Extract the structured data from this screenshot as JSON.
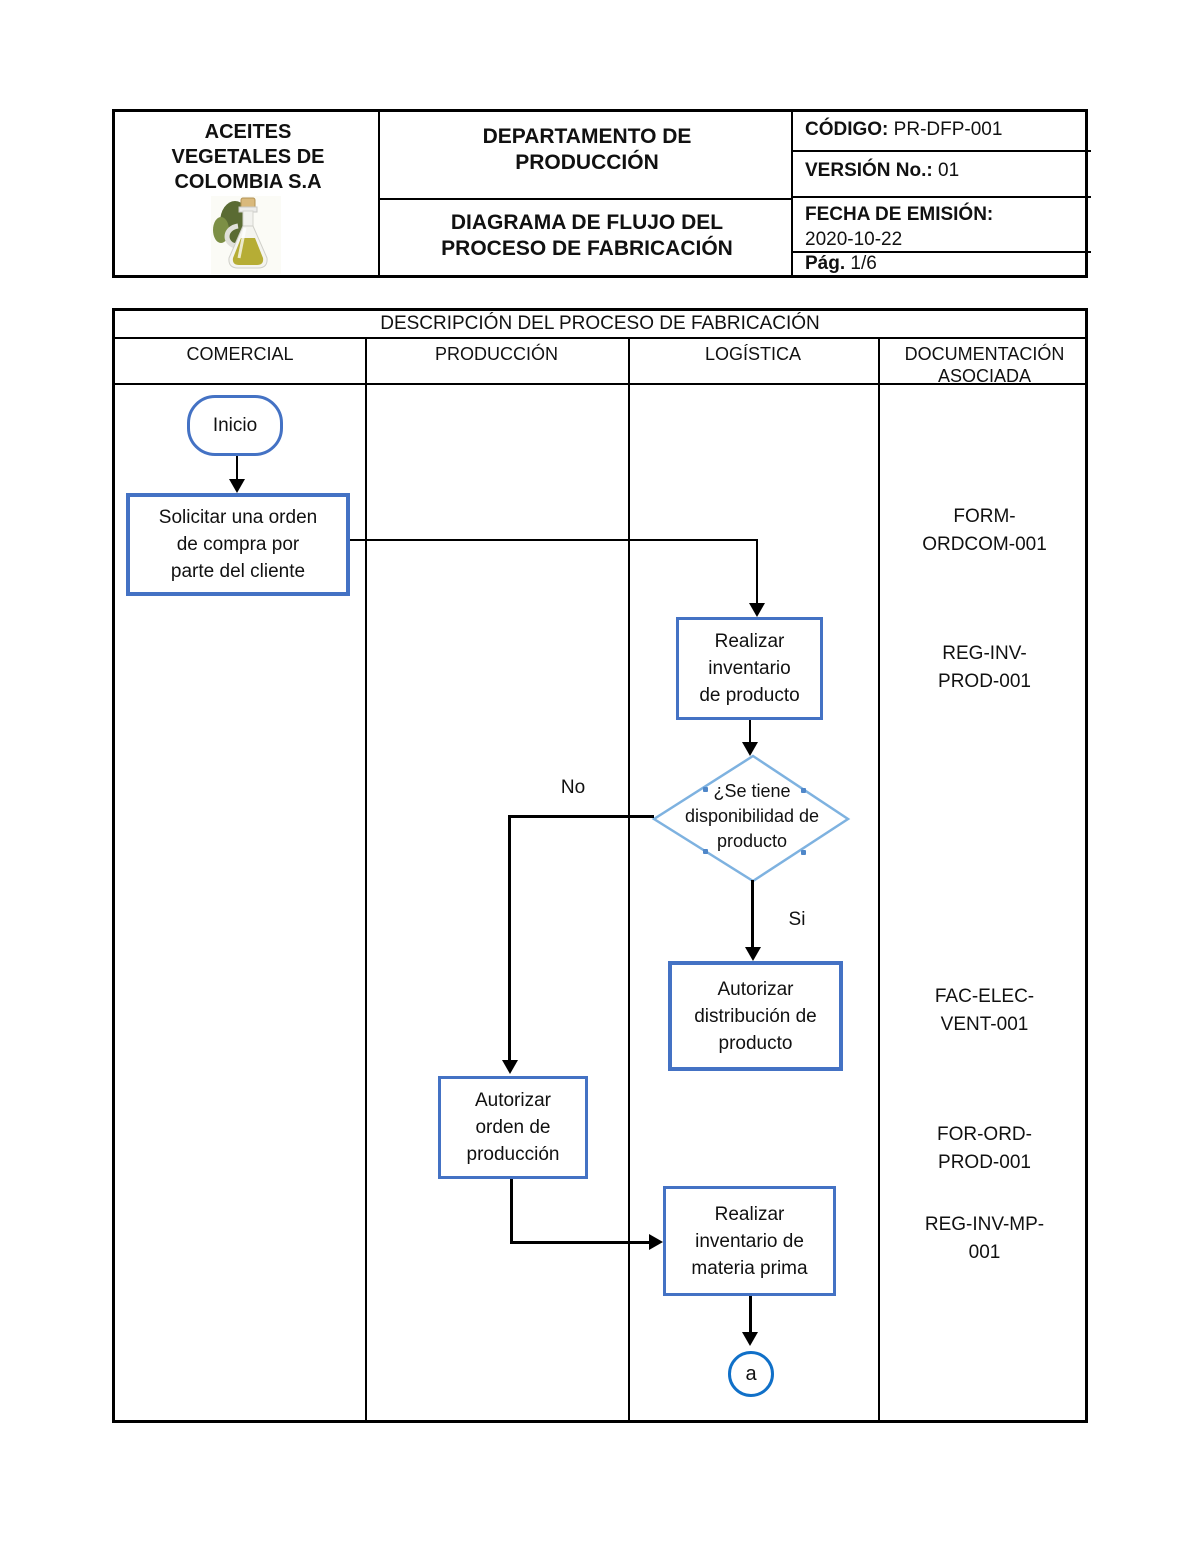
{
  "header": {
    "company_name": "ACEITES\nVEGETALES DE\nCOLOMBIA S.A",
    "logo": "oil-bottle-logo",
    "department": "DEPARTAMENTO DE\nPRODUCCIÓN",
    "document_title": "DIAGRAMA DE FLUJO DEL\nPROCESO DE FABRICACIÓN",
    "code": {
      "label": "CÓDIGO:",
      "value": "PR-DFP-001"
    },
    "version": {
      "label": "VERSIÓN No.:",
      "value": "01"
    },
    "issue_date": {
      "label": "FECHA DE EMISIÓN:",
      "value": "2020-10-22"
    },
    "page": {
      "label": "Pág.",
      "value": "1/6"
    }
  },
  "process_table": {
    "title": "DESCRIPCIÓN DEL PROCESO DE FABRICACIÓN",
    "columns": {
      "comercial": "COMERCIAL",
      "produccion": "PRODUCCIÓN",
      "logistica": "LOGÍSTICA",
      "documentacion": "DOCUMENTACIÓN\nASOCIADA"
    }
  },
  "flowchart": {
    "start": "Inicio",
    "step_solicitar_orden": "Solicitar una orden\nde compra por\nparte del cliente",
    "step_inventario_producto": "Realizar\ninventario\nde producto",
    "decision_disponibilidad": "¿Se tiene\ndisponibilidad de\nproducto",
    "label_no": "No",
    "label_si": "Si",
    "step_autorizar_distribucion": "Autorizar\ndistribución de\nproducto",
    "step_autorizar_orden": "Autorizar\norden de\nproducción",
    "step_inventario_materia_prima": "Realizar\ninventario de\nmateria prima",
    "connector_a": "a"
  },
  "documents": {
    "orden_compra": "FORM-\nORDCOM-001",
    "inventario_producto": "REG-INV-\nPROD-001",
    "factura_electronica": "FAC-ELEC-\nVENT-001",
    "orden_produccion": "FOR-ORD-\nPROD-001",
    "inventario_materia_prima": "REG-INV-MP-\n001"
  },
  "colors": {
    "shape_border": "#4472C4",
    "decision_border": "#7EB2E0",
    "connector_circle": "#1070C8",
    "table_line": "#000000"
  }
}
